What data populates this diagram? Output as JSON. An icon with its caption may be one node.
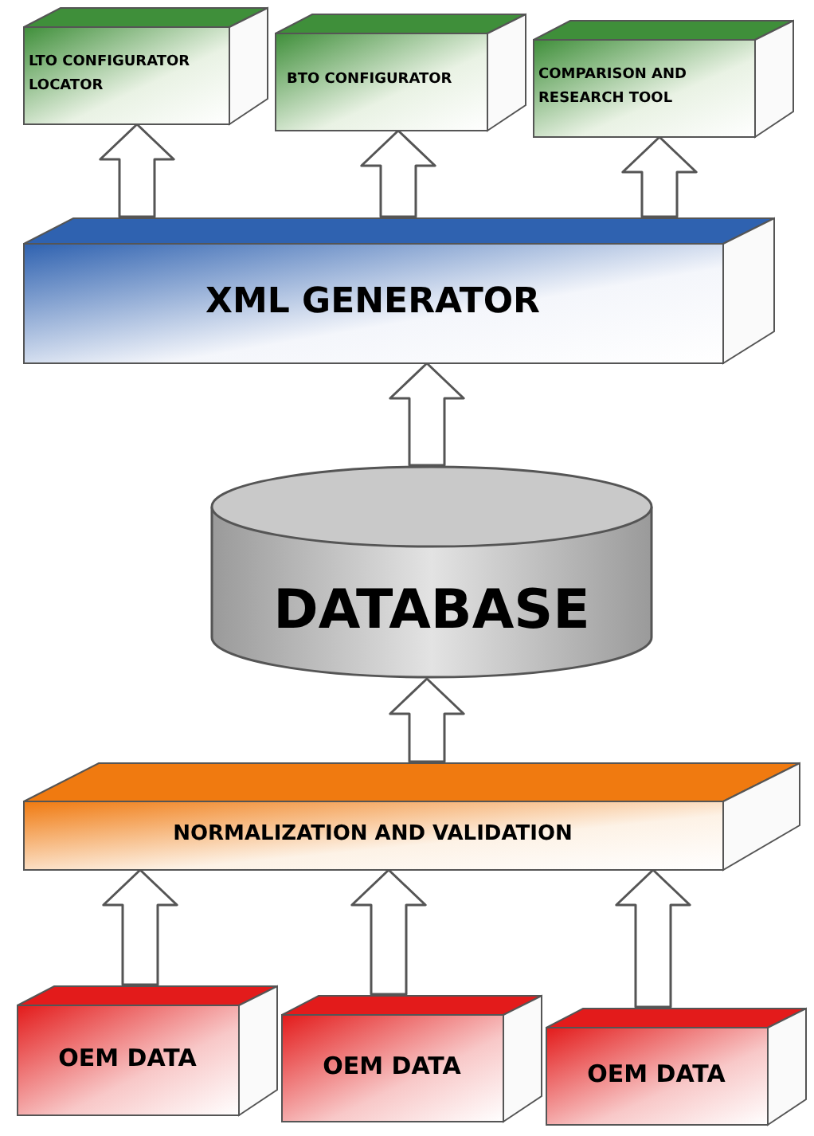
{
  "diagram": {
    "nodes": [
      {
        "text": [
          "LTO CONFIGURATOR LOCATOR"
        ]
      },
      {
        "text": [
          "BTO CONFIGURATOR"
        ]
      },
      {
        "text": [
          "COMPARISON AND RESEARCH TOOL"
        ]
      },
      {
        "text": [
          "XML GENERATOR"
        ]
      },
      {
        "text": [
          "DATABASE"
        ]
      },
      {
        "text": [
          "NORMALIZATION AND VALIDATION"
        ]
      },
      {
        "text": [
          "OEM DATA"
        ]
      },
      {
        "text": [
          "OEM DATA"
        ]
      },
      {
        "text": [
          "OEM DATA"
        ]
      }
    ],
    "edges": [
      {
        "from": 6,
        "to": 5,
        "arrow": "to",
        "style": "thick"
      },
      {
        "from": 7,
        "to": 5,
        "arrow": "to",
        "style": "thick"
      },
      {
        "from": 8,
        "to": 5,
        "arrow": "to",
        "style": "thick"
      },
      {
        "from": 5,
        "to": 4,
        "arrow": "to",
        "style": "thick"
      },
      {
        "from": 4,
        "to": 3,
        "arrow": "to",
        "style": "thick"
      },
      {
        "from": 3,
        "to": 0,
        "arrow": "to",
        "style": "thick"
      },
      {
        "from": 3,
        "to": 1,
        "arrow": "to",
        "style": "thick"
      },
      {
        "from": 3,
        "to": 2,
        "arrow": "to",
        "style": "thick"
      }
    ]
  }
}
